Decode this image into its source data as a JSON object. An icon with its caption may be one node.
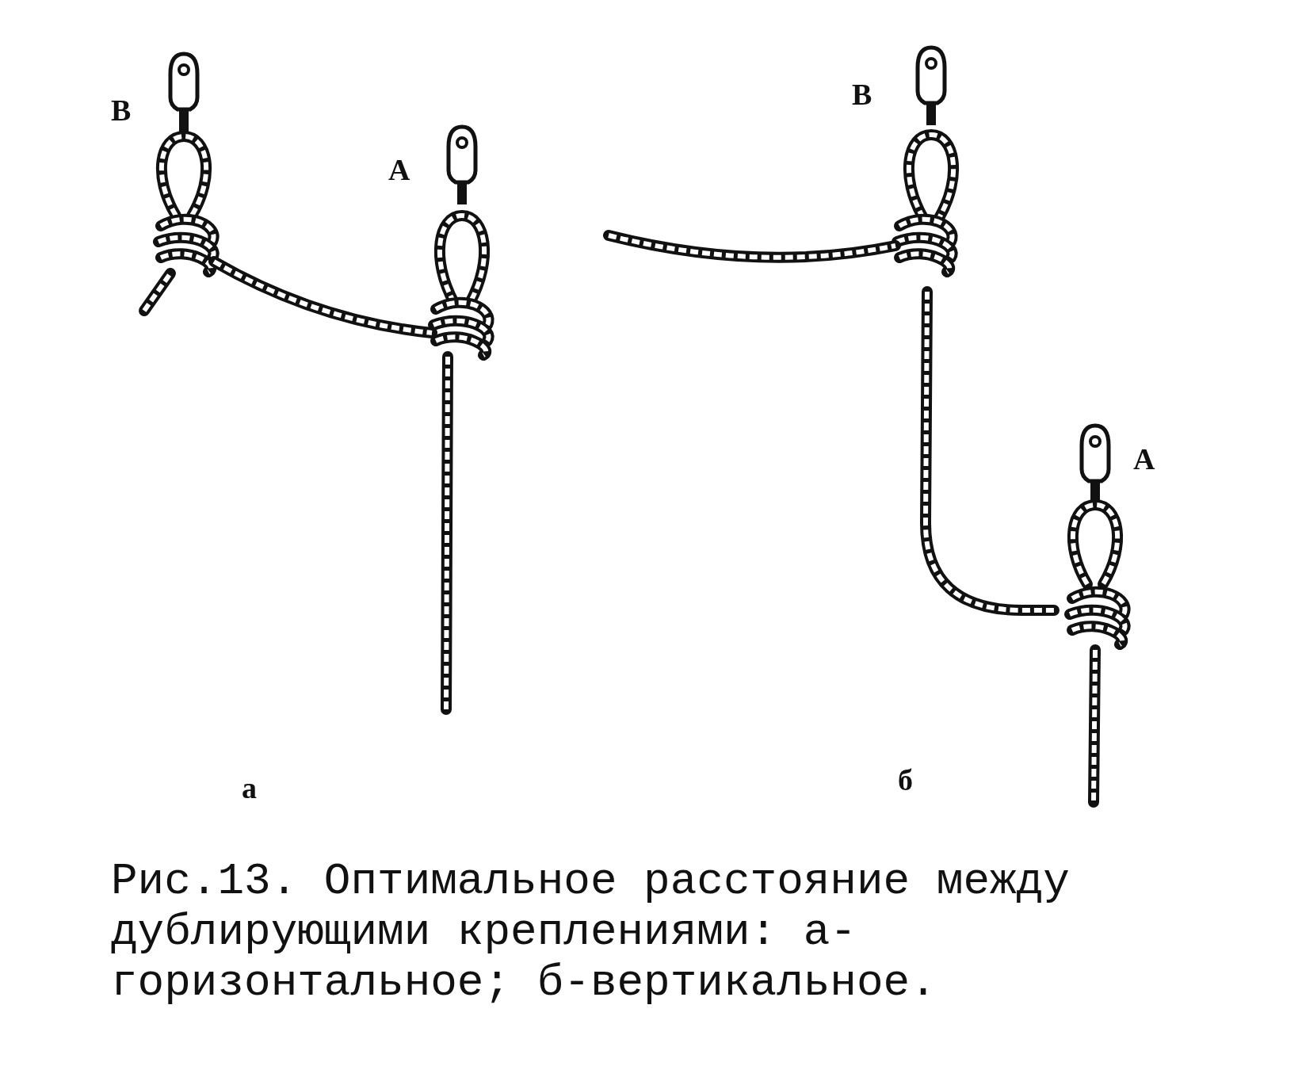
{
  "diagram": {
    "caption": "Рис.13. Оптимальное расстояние между дублирующими креплениями: а-горизонтальное; б-вертикальное.",
    "labels": [
      "В",
      "А",
      "а",
      "В",
      "А",
      "б"
    ]
  }
}
